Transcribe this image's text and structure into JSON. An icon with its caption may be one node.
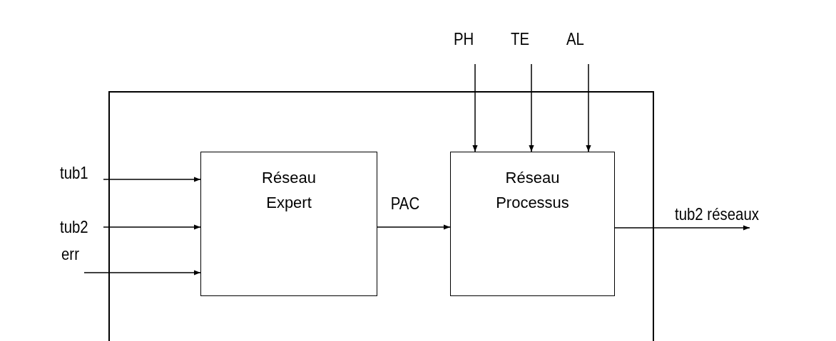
{
  "diagram": {
    "nodes": [
      {
        "text": [],
        "shape": "box"
      },
      {
        "text": [
          "Réseau Expert"
        ],
        "in": 0
      },
      {
        "text": [
          "Réseau Processus"
        ],
        "in": 0
      },
      {
        "text": [
          "tub1"
        ]
      },
      {
        "text": [
          "tub2"
        ]
      },
      {
        "text": [
          "err"
        ]
      },
      {
        "text": [
          "PH"
        ]
      },
      {
        "text": [
          "TE"
        ]
      },
      {
        "text": [
          "AL"
        ]
      },
      {
        "text": [
          "tub2 réseaux"
        ]
      }
    ],
    "edges": [
      {
        "from": 3,
        "to": 1,
        "arrow": "to"
      },
      {
        "from": 4,
        "to": 1,
        "arrow": "to"
      },
      {
        "from": 5,
        "to": 1,
        "arrow": "to"
      },
      {
        "from": 1,
        "to": 2,
        "arrow": "to",
        "label": "PAC"
      },
      {
        "from": 6,
        "to": 2,
        "arrow": "to"
      },
      {
        "from": 7,
        "to": 2,
        "arrow": "to"
      },
      {
        "from": 8,
        "to": 2,
        "arrow": "to"
      },
      {
        "from": 2,
        "to": 9,
        "arrow": "to"
      }
    ]
  }
}
